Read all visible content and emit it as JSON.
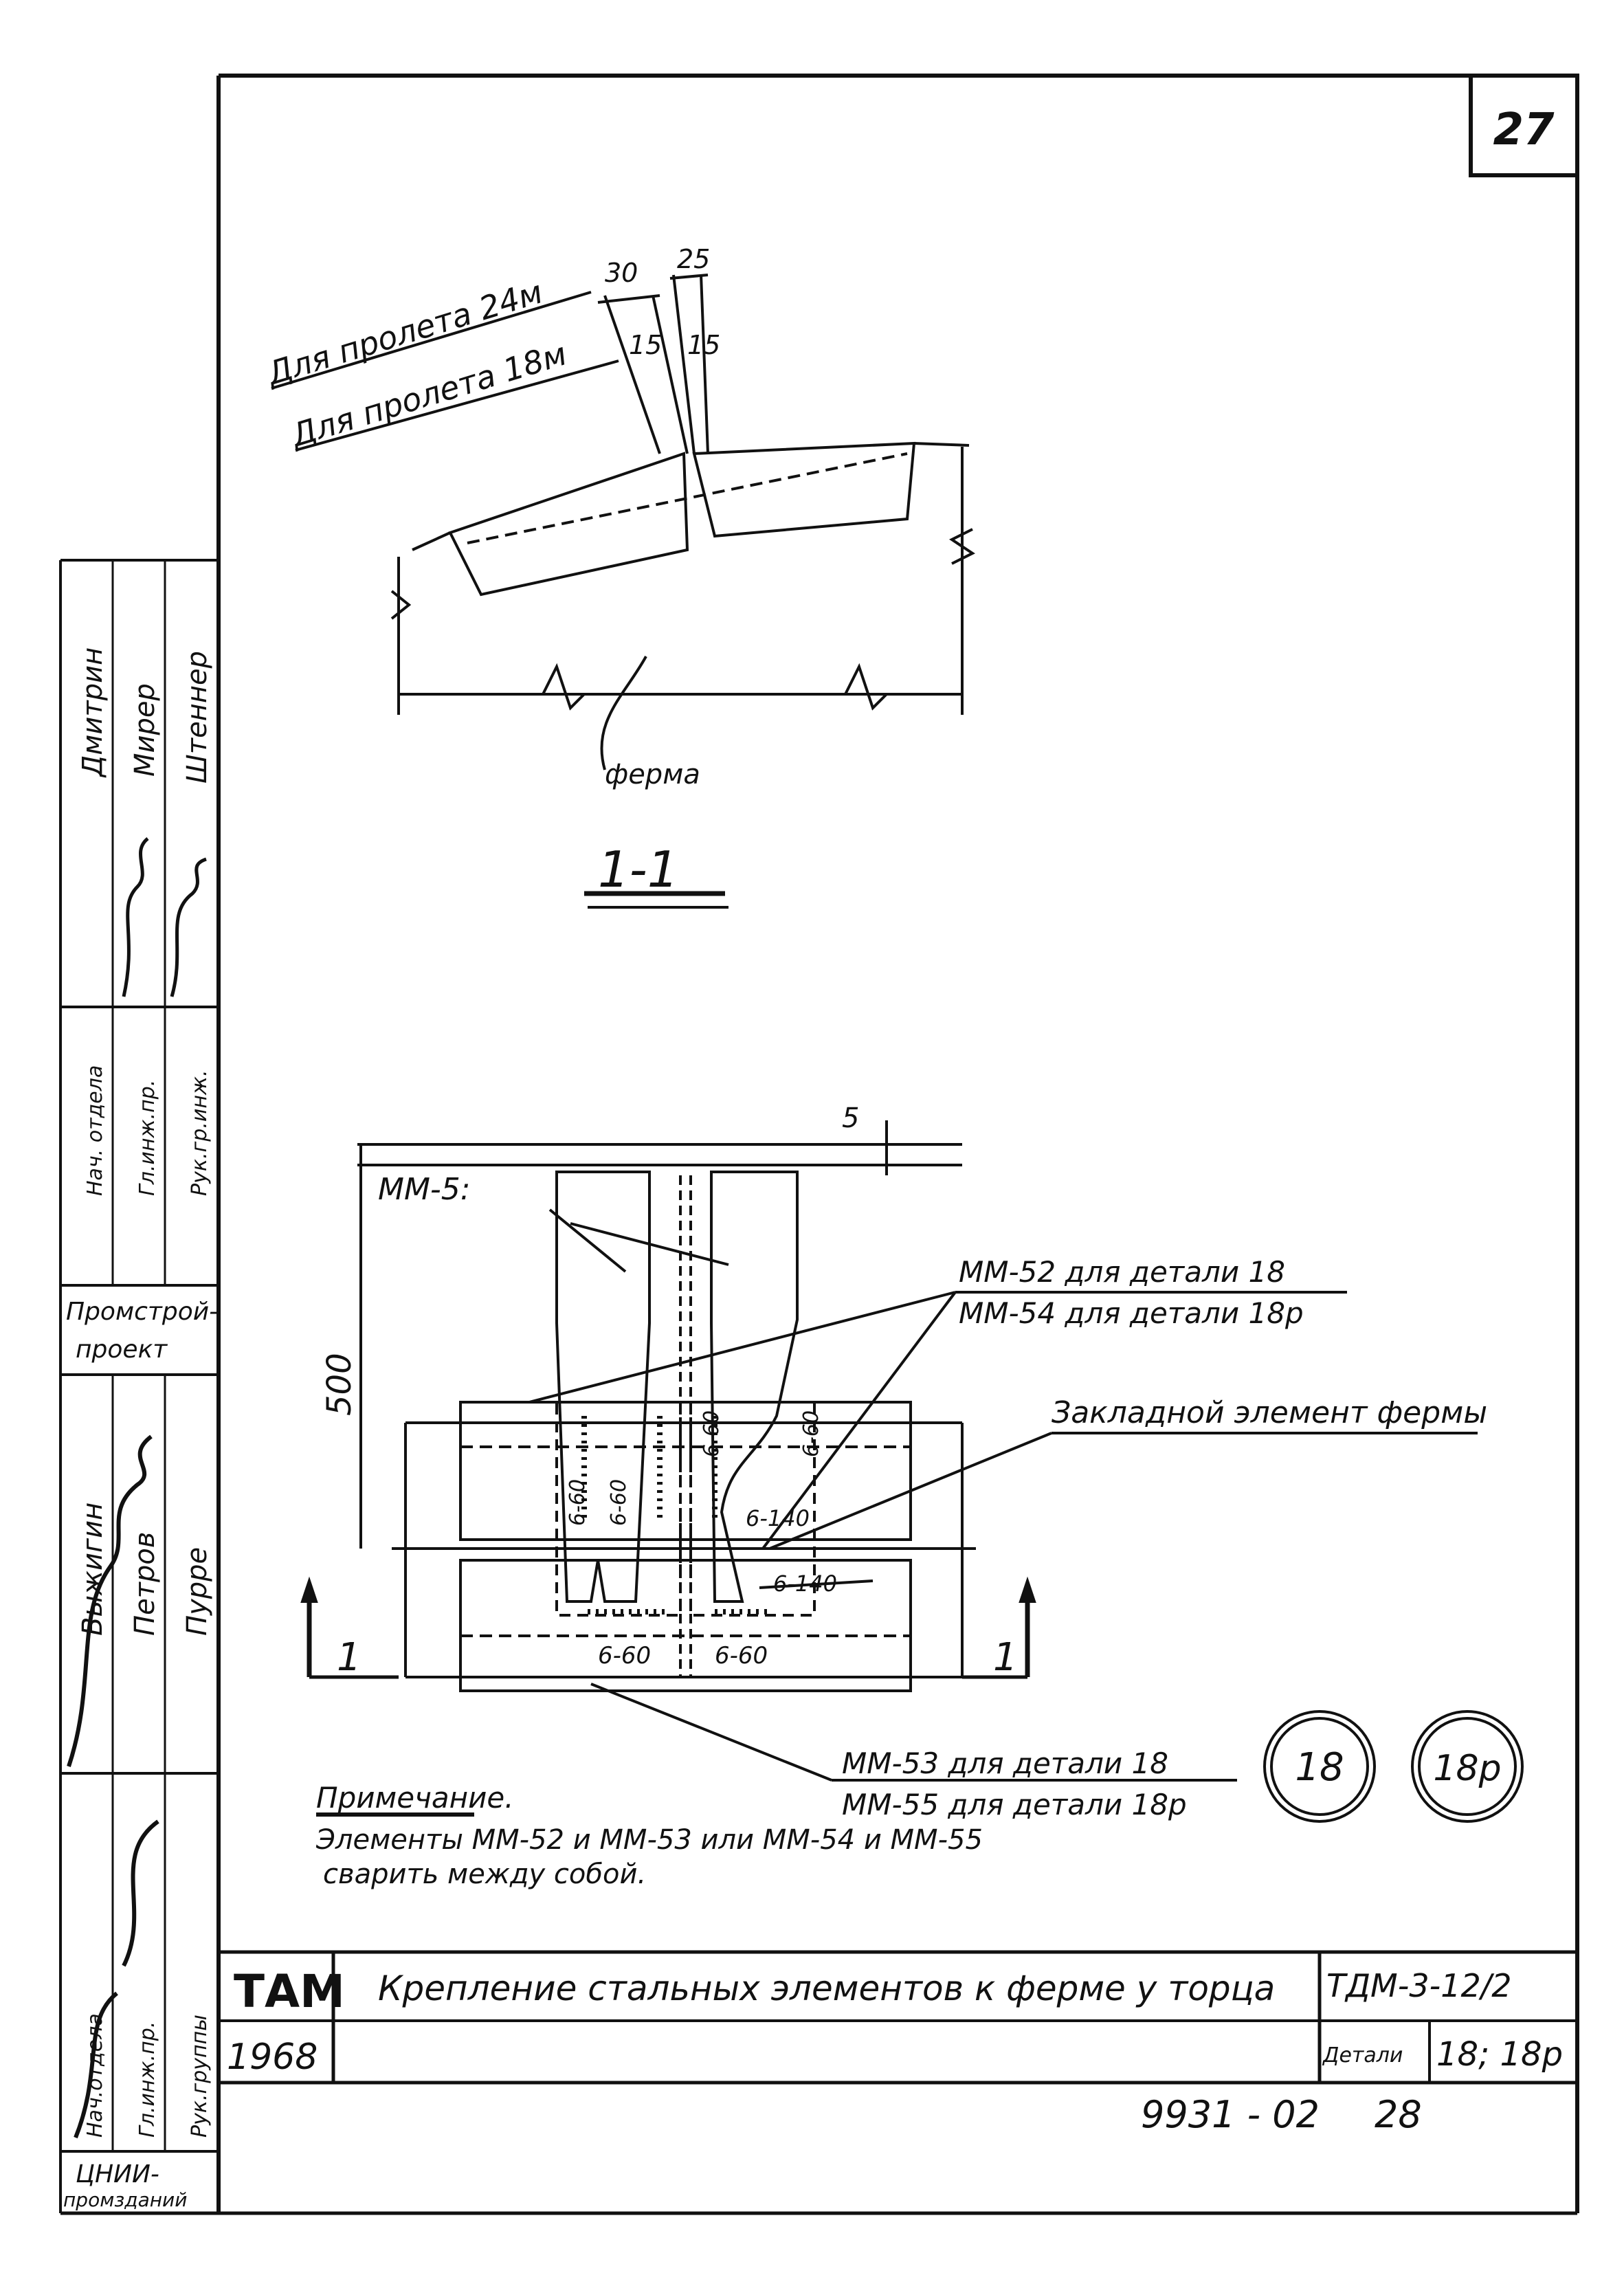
{
  "sheet": {
    "number": "27",
    "stamp_org": "ТАМ",
    "stamp_year": "1968",
    "title": "Крепление стальных элементов к ферме у торца",
    "code": "ТДМ-3-12/2",
    "details_label": "Детали",
    "details_value": "18; 18р",
    "archive_number": "9931 - 02",
    "archive_page": "28"
  },
  "side_block": {
    "cells": [
      "Дмитрин",
      "Мирер",
      "Штеннер",
      "Нач. отдела",
      "Гл.инж.пр.",
      "Рук.гр.инж.",
      "Промстрой-",
      "проект",
      "Выжигин",
      "Петров",
      "Пурре",
      "Нач.отдела",
      "Гл.инж.пр.",
      "Рук.группы",
      "ЦНИИ-",
      "промзданий"
    ]
  },
  "section_view": {
    "label_24": "Для пролета 24м",
    "label_18": "Для пролета 18м",
    "dim_30": "30",
    "dim_25": "25",
    "dim_15a": "15",
    "dim_15b": "15",
    "truss_label": "ферма",
    "section_title": "1-1"
  },
  "plan_view": {
    "mm5_label": "ММ-5:",
    "dim_5": "5",
    "dim_500": "500",
    "mm52": "ММ-52 для детали 18",
    "mm54": "ММ-54 для детали 18р",
    "embedded": "Закладной элемент фермы",
    "mm53": "ММ-53 для детали 18",
    "mm55": "ММ-55 для детали 18р",
    "weld_660_a": "6-60",
    "weld_660_b": "6-60",
    "weld_660_c": "6-60",
    "weld_660_d": "6-60",
    "weld_660_e": "6-60",
    "weld_660_f": "6-60",
    "weld_6140_a": "6-140",
    "weld_6140_b": "6-140",
    "cut_left": "1",
    "cut_right": "1",
    "circle_18": "18",
    "circle_18p": "18р"
  },
  "note": {
    "heading": "Примечание.",
    "line1": "Элементы ММ-52 и ММ-53 или ММ-54 и ММ-55",
    "line2": "сварить между собой."
  }
}
